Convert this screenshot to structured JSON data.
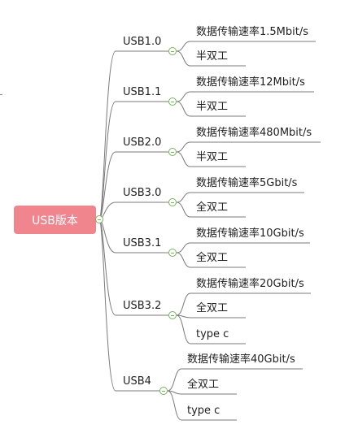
{
  "root": {
    "label": "USB版本"
  },
  "branches": [
    {
      "label": "USB1.0",
      "children": [
        "数据传输速率1.5Mbit/s",
        "半双工"
      ]
    },
    {
      "label": "USB1.1",
      "children": [
        "数据传输速率12Mbit/s",
        "半双工"
      ]
    },
    {
      "label": "USB2.0",
      "children": [
        "数据传输速率480Mbit/s",
        "半双工"
      ]
    },
    {
      "label": "USB3.0",
      "children": [
        "数据传输速率5Gbit/s",
        "全双工"
      ]
    },
    {
      "label": "USB3.1",
      "children": [
        "数据传输速率10Gbit/s",
        "全双工"
      ]
    },
    {
      "label": "USB3.2",
      "children": [
        "数据传输速率20Gbit/s",
        "全双工",
        "type c"
      ]
    },
    {
      "label": "USB4",
      "children": [
        "数据传输速率40Gbit/s",
        "全双工",
        "type c"
      ]
    }
  ],
  "colors": {
    "root_fill": "#f0858e",
    "line": "#7a7a7a",
    "toggle": "#74b35a"
  }
}
